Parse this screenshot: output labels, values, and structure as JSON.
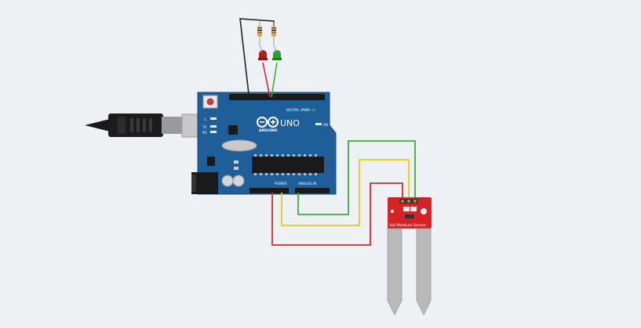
{
  "arduino": {
    "brand": "ARDUINO",
    "model": "UNO",
    "digital_label": "DIGITAL (PWM ~)",
    "power_label": "POWER",
    "analog_label": "ANALOG IN",
    "tx_label": "TX",
    "rx_label": "RX",
    "l_label": "L",
    "on_label": "ON"
  },
  "sensor": {
    "label": "Soil Moisture Sensor"
  },
  "colors": {
    "board": "#1f5f99",
    "board_dark": "#174a78",
    "wire_red": "#d9262a",
    "wire_yellow": "#efc51c",
    "wire_green": "#3fae39",
    "wire_black": "#222222",
    "led_red": "#b01a1a",
    "led_green": "#2e9d2e",
    "sensor_red": "#d42226",
    "probe": "#b9b9b9"
  }
}
